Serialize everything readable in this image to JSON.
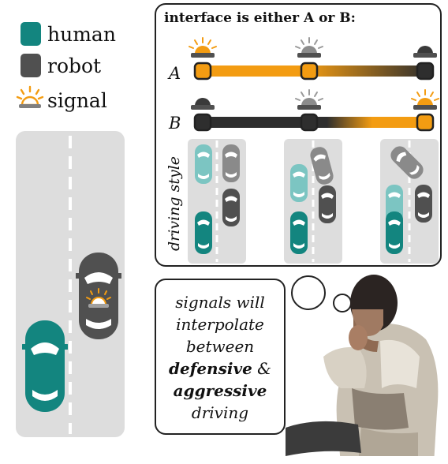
{
  "legend": {
    "human_label": "human",
    "robot_label": "robot",
    "signal_label": "signal"
  },
  "colors": {
    "human": "#13857f",
    "human_light": "#7cc5c2",
    "robot": "#505050",
    "robot_light": "#8c8c8c",
    "signal": "#f39c12",
    "road": "#dddddd"
  },
  "panel": {
    "title": "interface is either A or B:",
    "row_a_label": "A",
    "row_b_label": "B",
    "driving_style_label": "driving style"
  },
  "thought": {
    "line1": "signals will",
    "line2": "interpolate",
    "line3": "between",
    "line4_bold": "defensive",
    "line4_rest": " &",
    "line5_bold": "aggressive",
    "line6": "driving"
  },
  "icons": [
    "signal-light-icon",
    "car-icon",
    "person-photo"
  ]
}
